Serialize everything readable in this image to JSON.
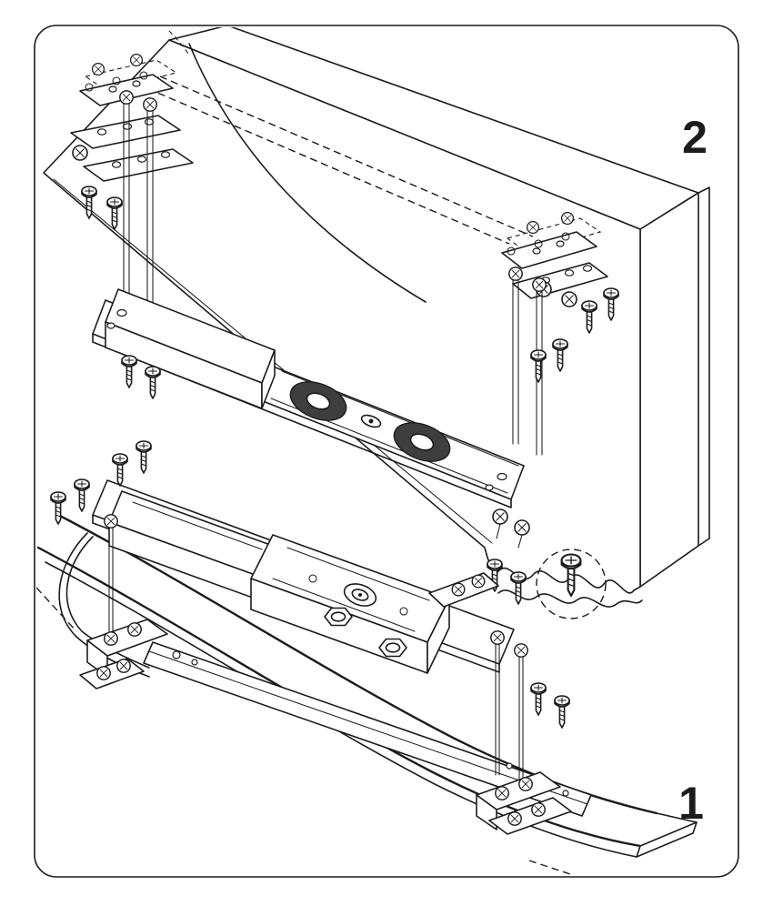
{
  "figure": {
    "kind": "exploded-assembly-installation-diagram",
    "labels": {
      "step2": "2",
      "step1": "1"
    },
    "colors": {
      "line": "#1c1c1c",
      "paper": "#ffffff",
      "magnet": "#3e3e3e"
    },
    "parts": [
      "door-frame-header",
      "electromagnetic-lock-mounting-plate",
      "magnet-coil-faces",
      "corner-bracket-top-left",
      "corner-bracket-right",
      "phillips-screws",
      "long-machine-screws",
      "screw-detail-callout",
      "door-leaf",
      "lock-body-with-hex-nuts",
      "armature-housing-strip",
      "l-bracket-door-left",
      "l-bracket-bottom-right",
      "wiring-cable"
    ]
  }
}
